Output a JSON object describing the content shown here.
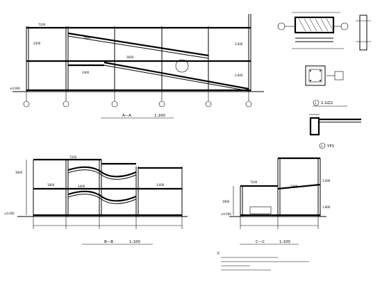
{
  "section_a": {
    "title_symbol": "A—A",
    "scale": "1:100",
    "elevation_left": "±0.000",
    "dims": [
      "7200",
      "1800",
      "2400",
      "3600",
      "2400",
      "3.600",
      "3.600"
    ]
  },
  "section_b": {
    "title_symbol": "B—B",
    "scale": "1:100",
    "elevation_left": "±0.000",
    "dims": [
      "3600",
      "7200",
      "1800",
      "2400",
      "3.600"
    ]
  },
  "section_c": {
    "title_symbol": "C—C",
    "scale": "1:100",
    "elevation_left": "±0.000",
    "dims": [
      "3900",
      "7200",
      "2400",
      "3.600",
      "1.800"
    ]
  },
  "details": {
    "gz2_label": "1-GZ2",
    "yp1_label": "YP1",
    "section_marks": [
      "1",
      "2"
    ]
  },
  "notes": {
    "heading": "注:"
  }
}
